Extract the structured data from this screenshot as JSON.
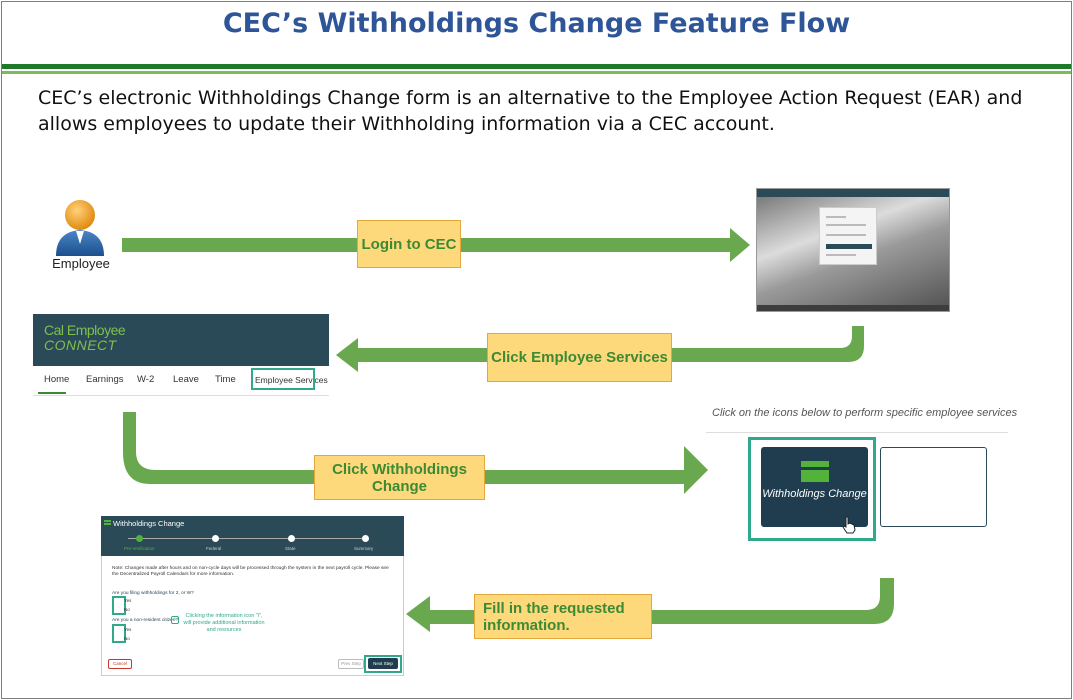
{
  "slide": {
    "title": "CEC’s Withholdings Change Feature Flow",
    "intro": "CEC’s electronic Withholdings Change form is an alternative to the Employee Action Request (EAR) and allows employees to update their Withholding information via a CEC account."
  },
  "colors": {
    "title": "#2e5597",
    "arrow": "#6aa84f",
    "callout_fill": "#fdd97c",
    "callout_text": "#3c8a34",
    "highlight": "#2fa88c",
    "cec_navy": "#2b4a57"
  },
  "steps": [
    {
      "label": "Login to CEC"
    },
    {
      "label": "Click Employee Services"
    },
    {
      "label": "Click Withholdings Change"
    },
    {
      "label": "Fill in the requested information."
    }
  ],
  "employee": {
    "icon": "user-icon",
    "label": "Employee"
  },
  "cec_nav": {
    "logo_line1": "Cal Employee",
    "logo_line2": "CONNECT",
    "items": [
      "Home",
      "Earnings",
      "W-2",
      "Leave",
      "Time",
      "Employee Services"
    ]
  },
  "services": {
    "caption": "Click on the icons below to perform specific employee services",
    "tile_label": "Withholdings Change"
  },
  "form": {
    "title": "Withholdings Change",
    "steps": [
      "Pre-Verification",
      "Federal",
      "State",
      "Summary"
    ],
    "note": "Note: Changes made after hours and on non-cycle days will be processed through the system in the next payroll cycle. Please see the Decentralized Payroll Calendars for more information.",
    "q1": "Are you filing withholdings for 2, or W?",
    "q2": "Are you a non-resident citizen?",
    "yes": "Yes",
    "no": "No",
    "info_note": "Clicking the information icon \"i\", will provide additional information and resources",
    "cancel": "Cancel",
    "prev": "Prev Step",
    "next": "Next Step"
  }
}
